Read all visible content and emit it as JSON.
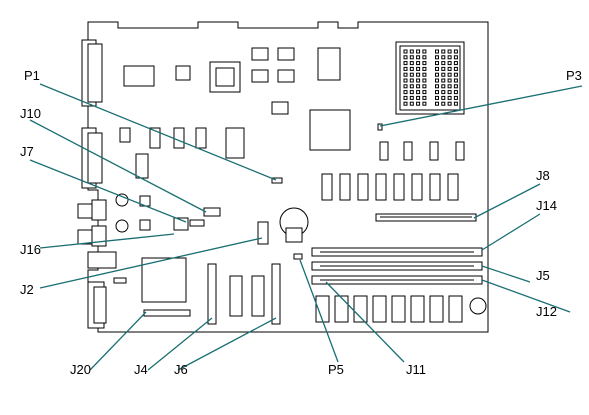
{
  "labels": {
    "p1": "P1",
    "p3": "P3",
    "j10": "J10",
    "j7": "J7",
    "j8": "J8",
    "j14": "J14",
    "j16": "J16",
    "j2": "J2",
    "j5": "J5",
    "j12": "J12",
    "j20": "J20",
    "j4": "J4",
    "j6": "J6",
    "p5": "P5",
    "j11": "J11"
  },
  "colors": {
    "leader": "#1a6f73",
    "outline": "#000000",
    "background": "#ffffff"
  }
}
